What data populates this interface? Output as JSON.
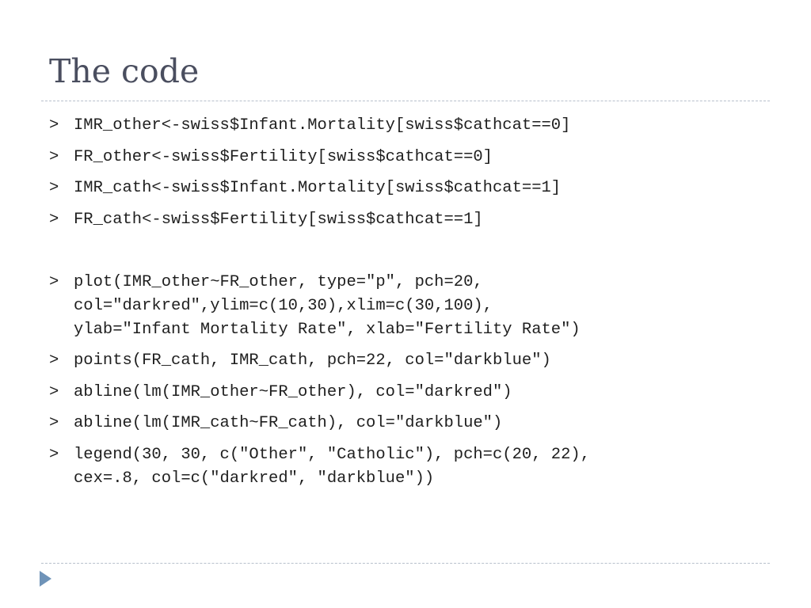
{
  "slide": {
    "title": "The code",
    "prompt_symbol": ">",
    "code": [
      {
        "lines": [
          "IMR_other<-swiss$Infant.Mortality[swiss$cathcat==0]"
        ]
      },
      {
        "lines": [
          "FR_other<-swiss$Fertility[swiss$cathcat==0]"
        ]
      },
      {
        "lines": [
          "IMR_cath<-swiss$Infant.Mortality[swiss$cathcat==1]"
        ]
      },
      {
        "lines": [
          "FR_cath<-swiss$Fertility[swiss$cathcat==1]"
        ]
      },
      {
        "lines": [
          "plot(IMR_other~FR_other, type=\"p\", pch=20,",
          "col=\"darkred\",ylim=c(10,30),xlim=c(30,100),",
          "ylab=\"Infant Mortality Rate\", xlab=\"Fertility Rate\")"
        ]
      },
      {
        "lines": [
          "points(FR_cath, IMR_cath, pch=22, col=\"darkblue\")"
        ]
      },
      {
        "lines": [
          "abline(lm(IMR_other~FR_other), col=\"darkred\")"
        ]
      },
      {
        "lines": [
          "abline(lm(IMR_cath~FR_cath), col=\"darkblue\")"
        ]
      },
      {
        "lines": [
          "legend(30, 30, c(\"Other\", \"Catholic\"), pch=c(20, 22),",
          "cex=.8, col=c(\"darkred\", \"darkblue\"))"
        ]
      }
    ]
  },
  "theme": {
    "title_color": "#4a4e5f",
    "divider_color": "#b7c0cc",
    "nav_arrow_color": "#6f93b8"
  },
  "icons": {
    "nav": "triangle-right-icon"
  }
}
